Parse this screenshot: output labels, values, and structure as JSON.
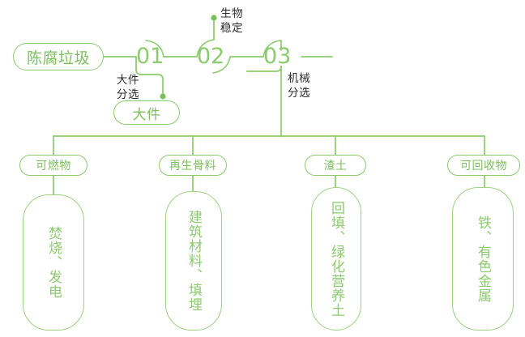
{
  "theme": {
    "line_color": "#8ccb6e",
    "pill_border": "#8ccb6e",
    "pill_text": "#7cc05c",
    "box_border": "#9ed182",
    "box_text": "#8ccb6e",
    "dark_text": "#2b2b2b",
    "background": "#ffffff"
  },
  "flow": {
    "source": {
      "label": "陈腐垃圾"
    },
    "steps": [
      {
        "number": "01",
        "process_label": "大件分选"
      },
      {
        "number": "02",
        "process_label": "生物稳定"
      },
      {
        "number": "03",
        "process_label": "机械分选"
      }
    ],
    "bulky_output": {
      "label": "大件"
    }
  },
  "outputs": [
    {
      "label": "可燃物",
      "use": "焚烧、发电"
    },
    {
      "label": "再生骨料",
      "use": "建筑材料、填埋"
    },
    {
      "label": "渣土",
      "use": "回填、绿化营养土"
    },
    {
      "label": "可回收物",
      "use": "铁、有色金属"
    }
  ]
}
